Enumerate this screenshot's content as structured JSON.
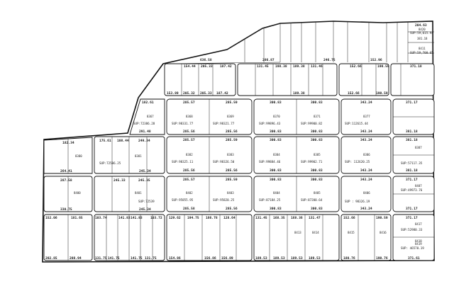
{
  "plan": {
    "top_edge": [
      "636.58",
      "286.87",
      "246.75",
      "152.96",
      "204.63"
    ],
    "top_right": [
      "SUP:59,615.94",
      "381.18",
      "SUP:59,700.65",
      "8411",
      "8420"
    ],
    "row_a_tags": [
      "154.44",
      "205.33",
      "187.42",
      "131.45",
      "198.38",
      "189.38",
      "131.46",
      "152.66",
      "190.59",
      "371.18"
    ],
    "row_a_bottom": [
      "153.89",
      "205.32",
      "205.33",
      "187.42",
      "189.38",
      "152.66",
      "190.59"
    ],
    "row_b": {
      "tags": [
        "182.61",
        "285.57",
        "285.59",
        "300.83",
        "300.83",
        "343.24",
        "371.17"
      ],
      "bottom": [
        "291.48",
        "285.56",
        "285.56",
        "300.83",
        "300.83",
        "343.24",
        "381.18"
      ],
      "sups": [
        "SUP:72386.28",
        "SUP:98331.77",
        "SUP:98321.77",
        "SUP:99896.43",
        "SUP:99900.82",
        "SUP:112615.44"
      ],
      "lots": [
        "8367",
        "8368",
        "8369",
        "8370",
        "8371",
        "8377"
      ]
    },
    "row_c": {
      "tags": [
        "182.34",
        "175.61",
        "108.44",
        "249.34",
        "285.57",
        "285.59",
        "300.83",
        "300.83",
        "343.24",
        "381.18"
      ],
      "bottom": [
        "264.41",
        "245.34",
        "285.56",
        "285.56",
        "300.83",
        "300.83",
        "343.24",
        "381.18"
      ],
      "sups": [
        "SUP:72586.25",
        "SUP:98325.11",
        "SUP:98326.50",
        "SUP:99884.46",
        "SUP:99902.71",
        "SUP: 112620.25",
        "SUP:57117.35"
      ],
      "lots": [
        "8380",
        "8381",
        "8382",
        "8383",
        "8384",
        "8385",
        "8386",
        "8387"
      ]
    },
    "row_d": {
      "tags": [
        "287.58",
        "245.33",
        "245.35",
        "285.57",
        "285.59",
        "300.83",
        "300.83",
        "343.24",
        "371.17"
      ],
      "bottom": [
        "330.75",
        "245.34",
        "285.58",
        "285.56",
        "300.83",
        "300.83",
        "343.24",
        "371.17"
      ],
      "sups": [
        "SUP:72539",
        "SUP:95855.95",
        "SUP:95820.25",
        "SUP:87184.25",
        "SUP:87200.64",
        "SUP : 98326.19",
        "SUP:49973.76"
      ],
      "lots": [
        "8400",
        "8401",
        "8402",
        "8403",
        "8404",
        "8405",
        "8406",
        "8407"
      ]
    },
    "row_e": {
      "tags": [
        "152.06",
        "181.65",
        "103.74",
        "141.83",
        "141.83",
        "103.72",
        "129.62",
        "194.75",
        "166.78",
        "128.64",
        "131.45",
        "168.35",
        "168.36",
        "131.47",
        "152.66",
        "190.59",
        "371.17"
      ],
      "bottom": [
        "202.85",
        "208.94",
        "131.75",
        "141.75",
        "141.75",
        "131.75",
        "154.86",
        "156.86",
        "156.89",
        "189.53",
        "189.53",
        "189.53",
        "189.53",
        "180.76",
        "190.76",
        "371.61"
      ],
      "sups": [
        "SUP:52980.33",
        "SUP: 46570.19"
      ],
      "lots": [
        "8413",
        "8414",
        "8415",
        "8416",
        "8417",
        "8418",
        "8419"
      ]
    }
  }
}
